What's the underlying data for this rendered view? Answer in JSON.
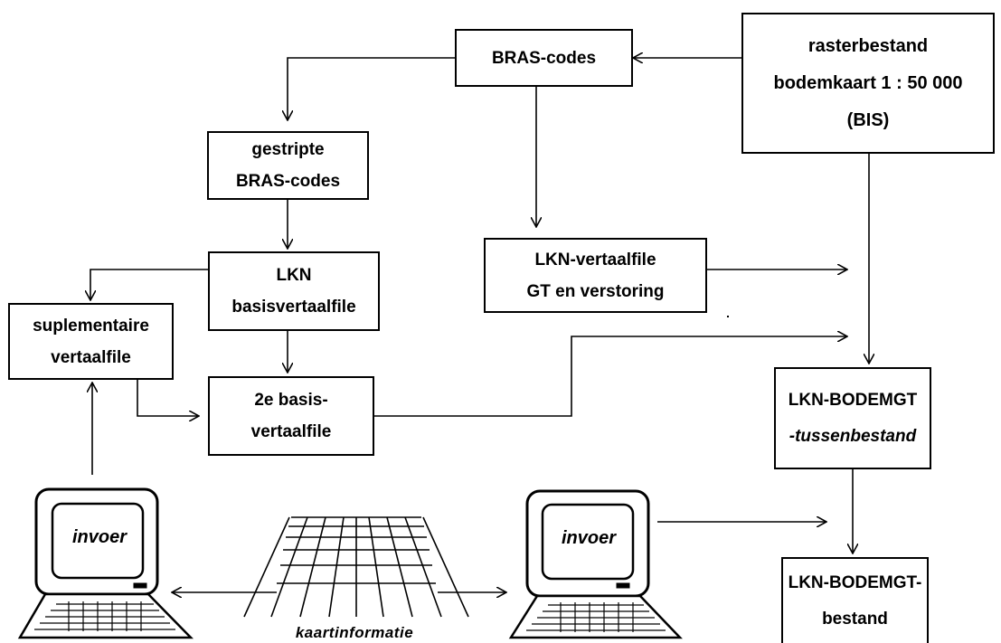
{
  "boxes": {
    "bras_codes": {
      "lines": [
        "BRAS-codes"
      ]
    },
    "rasterbestand": {
      "lines": [
        "rasterbestand",
        "bodemkaart 1 : 50 000",
        "(BIS)"
      ]
    },
    "gestripte": {
      "lines": [
        "gestripte",
        "BRAS-codes"
      ]
    },
    "lkn_vertaalfile": {
      "lines": [
        "LKN-vertaalfile",
        "GT en verstoring"
      ]
    },
    "lkn_basis": {
      "lines": [
        "LKN",
        "basisvertaalfile"
      ]
    },
    "suplementaire": {
      "lines": [
        "suplementaire",
        "vertaalfile"
      ]
    },
    "tweede_basis": {
      "lines": [
        "2e basis-",
        "vertaalfile"
      ]
    },
    "tussenbestand": {
      "lines": [
        "LKN-BODEMGT",
        "-tussenbestand"
      ]
    },
    "bestand": {
      "lines": [
        "LKN-BODEMGT-",
        "bestand"
      ]
    }
  },
  "computers": {
    "left": {
      "screen_text": "invoer"
    },
    "right": {
      "screen_text": "invoer"
    }
  },
  "map_grid": {
    "caption": "kaartinformatie"
  }
}
